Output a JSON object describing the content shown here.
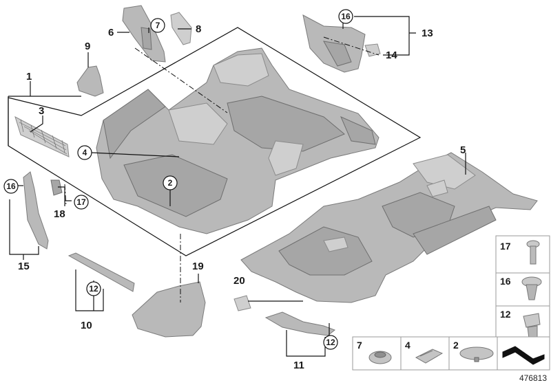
{
  "labels": {
    "l1": "1",
    "l3": "3",
    "l4": "4",
    "l2": "2",
    "l5": "5",
    "l6": "6",
    "l7": "7",
    "l8": "8",
    "l9": "9",
    "l10": "10",
    "l11": "11",
    "l12a": "12",
    "l12b": "12",
    "l13": "13",
    "l14": "14",
    "l15": "15",
    "l16a": "16",
    "l16b": "16",
    "l17": "17",
    "l18": "18",
    "l19": "19",
    "l20": "20"
  },
  "legend": {
    "r17": "17",
    "r16": "16",
    "r12": "12",
    "b7": "7",
    "b4": "4",
    "b2": "2"
  },
  "document_id": "476813",
  "colors": {
    "part_fill": "#b9b9b9",
    "line": "#111111",
    "background": "#ffffff"
  }
}
